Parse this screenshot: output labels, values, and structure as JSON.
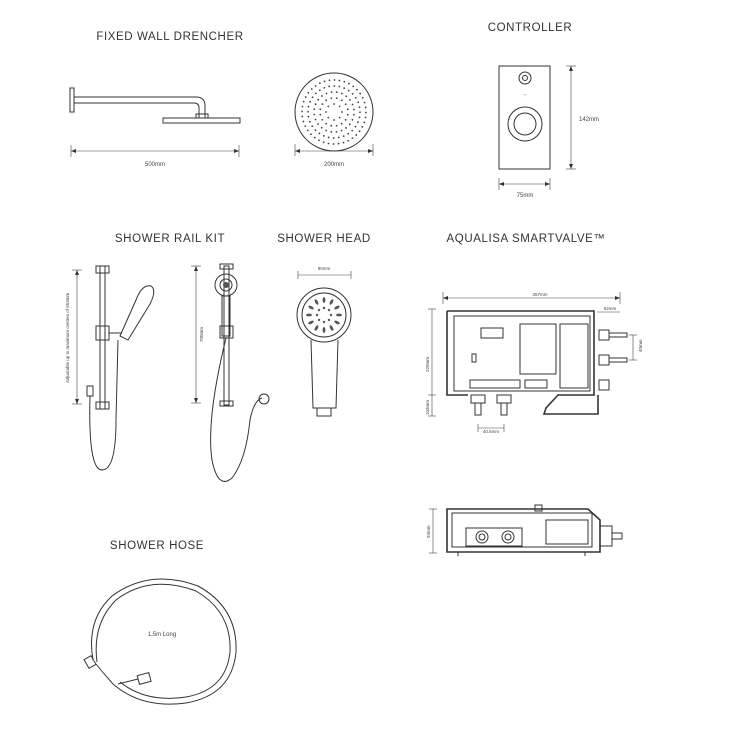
{
  "sections": {
    "fixed_wall_drencher": {
      "title": "FIXED WALL DRENCHER",
      "arm_length": "500mm",
      "head_diameter": "200mm"
    },
    "controller": {
      "title": "CONTROLLER",
      "height": "142mm",
      "width": "75mm"
    },
    "shower_rail_kit": {
      "title": "SHOWER RAIL KIT",
      "adjustable_note": "Adjustable up to maximum centres of 653mm",
      "rail_height": "700mm"
    },
    "shower_head": {
      "title": "SHOWER HEAD",
      "width": "90mm"
    },
    "smartvalve": {
      "title": "AQUALISA SMARTVALVE™",
      "overall_width": "357mm",
      "side_depth": "62mm",
      "outlet_spacing_v": "40mm",
      "height": "220mm",
      "lower_height": "103mm",
      "inlet_spacing": "40.5mm",
      "plan_depth": "93mm"
    },
    "shower_hose": {
      "title": "SHOWER HOSE",
      "length_note": "1.5m Long"
    }
  }
}
